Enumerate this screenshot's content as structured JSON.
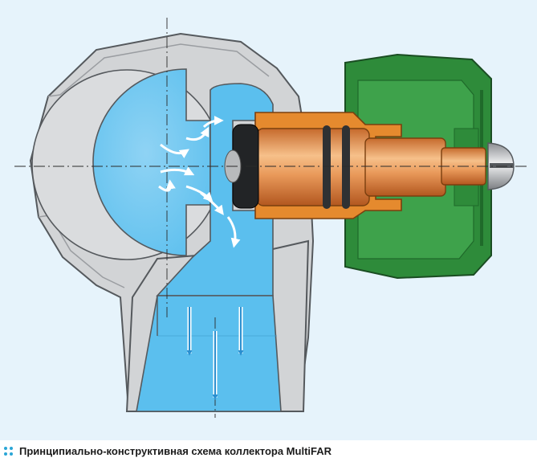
{
  "figure": {
    "caption": "Принципиально-конструктивная схема коллектора MultiFAR",
    "parts": [
      "body-housing",
      "water-channel",
      "connection-nut",
      "valve-cartridge",
      "valve-spindle",
      "o-rings",
      "screw-head",
      "flow-arrows"
    ]
  },
  "colors": {
    "background": "#e6f3fb",
    "housing": "#d2d4d6",
    "housing_outline": "#55595d",
    "water": "#5bbfee",
    "water_light": "#9ed8f5",
    "nut_green": "#2e8b3a",
    "nut_green_dark": "#1f6a2a",
    "brass": "#e58a2e",
    "copper": "#e8a262",
    "caption_dots": "#2aa6d6"
  },
  "icons": {
    "caption_marker": "four-dots-icon"
  }
}
